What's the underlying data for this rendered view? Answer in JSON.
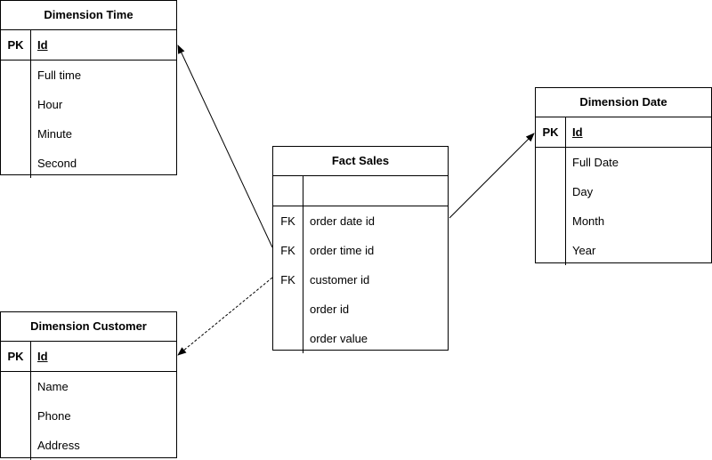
{
  "entities": {
    "dimension_time": {
      "title": "Dimension Time",
      "pk_label": "PK",
      "pk_field": "Id",
      "fields": [
        "Full time",
        "Hour",
        "Minute",
        "Second"
      ]
    },
    "dimension_date": {
      "title": "Dimension Date",
      "pk_label": "PK",
      "pk_field": "Id",
      "fields": [
        "Full Date",
        "Day",
        "Month",
        "Year"
      ]
    },
    "dimension_customer": {
      "title": "Dimension Customer",
      "pk_label": "PK",
      "pk_field": "Id",
      "fields": [
        "Name",
        "Phone",
        "Address"
      ]
    },
    "fact_sales": {
      "title": "Fact Sales",
      "pk_label": "",
      "pk_field": "",
      "rows": [
        {
          "key": "FK",
          "name": "order date id"
        },
        {
          "key": "FK",
          "name": "order time id"
        },
        {
          "key": "FK",
          "name": "customer id"
        },
        {
          "key": "",
          "name": "order id"
        },
        {
          "key": "",
          "name": "order value"
        }
      ]
    }
  },
  "relationships": [
    {
      "from": "fact_sales.order_date_id",
      "to": "dimension_date.id",
      "style": "solid"
    },
    {
      "from": "fact_sales.order_time_id",
      "to": "dimension_time.id",
      "style": "solid"
    },
    {
      "from": "fact_sales.customer_id",
      "to": "dimension_customer.id",
      "style": "dashed"
    }
  ]
}
